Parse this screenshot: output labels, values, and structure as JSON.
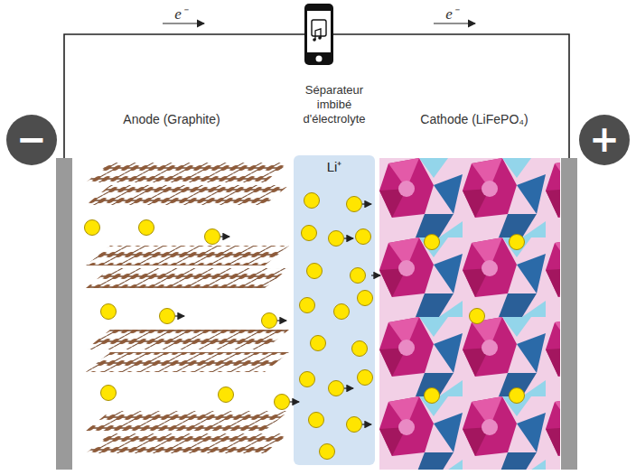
{
  "diagram": {
    "nodes": [
      {
        "text": [
          "−"
        ]
      },
      {
        "text": [
          "Séparateur imbibé d'électrolyte",
          "Li⁺"
        ]
      },
      {
        "text": [
          "+"
        ]
      }
    ],
    "labels": [
      "e⁻",
      "e⁻",
      "Anode (Graphite)",
      "Cathode (LiFePO₄)"
    ]
  }
}
